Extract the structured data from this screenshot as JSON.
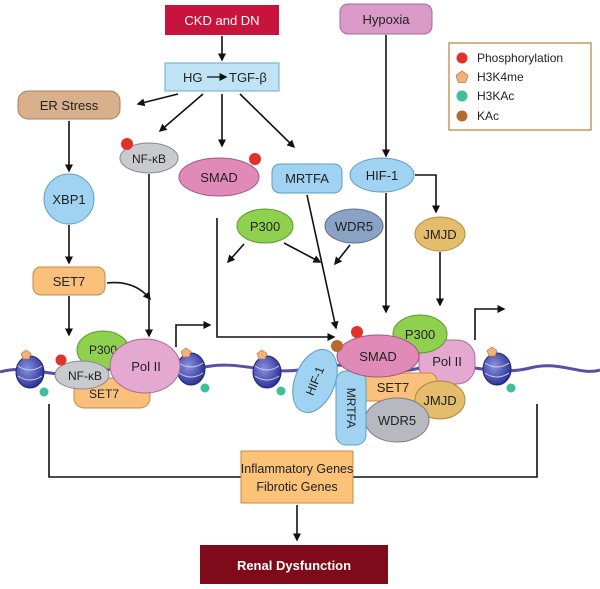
{
  "nodes": {
    "ckd": "CKD and DN",
    "hypoxia": "Hypoxia",
    "hg_left": "HG",
    "hg_right": "TGF-β",
    "er_stress": "ER Stress",
    "nfkb_top": "NF-κB",
    "smad_top": "SMAD",
    "mrtfa_top": "MRTFA",
    "hif1_top": "HIF-1",
    "xbp1": "XBP1",
    "p300_mid": "P300",
    "wdr5_mid": "WDR5",
    "jmjd_mid": "JMJD",
    "set7_left": "SET7",
    "left_complex": {
      "p300": "P300",
      "nfkb": "NF-κB",
      "polii": "Pol II",
      "set7": "SET7"
    },
    "right_complex": {
      "hif1": "HIF-1",
      "mrtfa": "MRTFA",
      "smad": "SMAD",
      "p300": "P300",
      "polii": "Pol II",
      "set7": "SET7",
      "jmjd": "JMJD",
      "wdr5": "WDR5"
    },
    "genes_line1": "Inflammatory Genes",
    "genes_line2": "Fibrotic Genes",
    "renal": "Renal Dysfunction"
  },
  "legend": [
    {
      "label": "Phosphorylation",
      "color": "#e0312a",
      "shape": "circle"
    },
    {
      "label": "H3K4me",
      "color": "#f3b27d",
      "shape": "pentagon"
    },
    {
      "label": "H3KAc",
      "color": "#3fbf95",
      "shape": "circle"
    },
    {
      "label": "KAc",
      "color": "#b8692d",
      "shape": "circle"
    }
  ],
  "colors": {
    "crimson": "#c8143c",
    "darkred": "#7f0a1a",
    "hypoxia": "#d99ac7",
    "hg_box": "#bfe3f5",
    "er_stress": "#d8b08c",
    "nfkb": "#c9cacd",
    "smad": "#e08ab7",
    "blue_box": "#9fd3f1",
    "xbp1": "#9fd3f1",
    "p300": "#8fd14f",
    "wdr5": "#8aa2c4",
    "jmjd": "#e4bd6c",
    "set7": "#f8c07a",
    "polii": "#e5a8d0",
    "genes": "#fbc378",
    "legend_border": "#c59a5f",
    "dna": "#5a4fa8",
    "nucleosome": "#3f45a8"
  }
}
